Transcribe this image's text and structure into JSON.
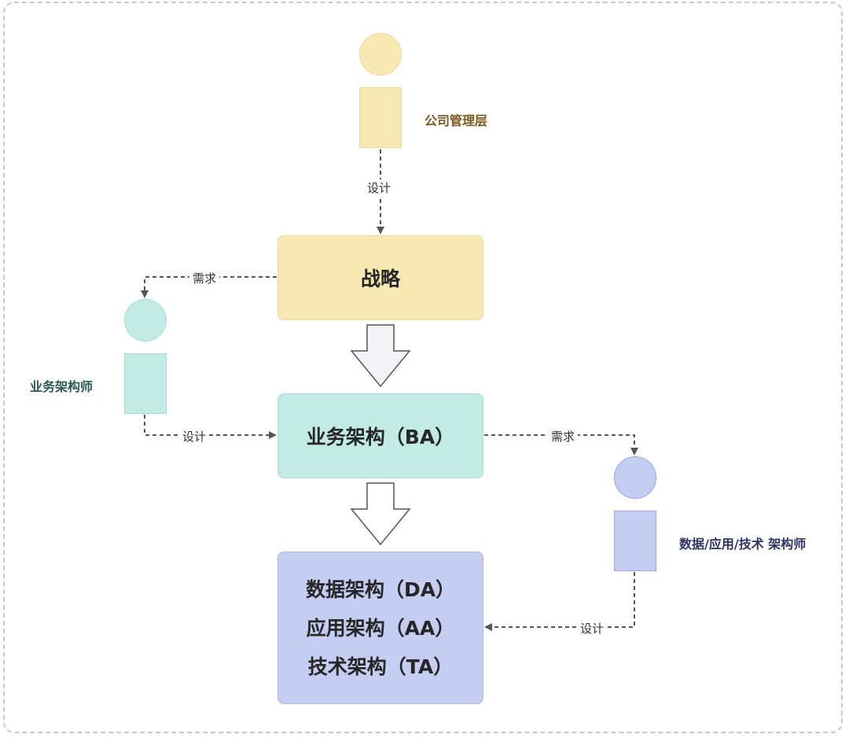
{
  "roles": {
    "management": "公司管理层",
    "business_architect": "业务架构师",
    "data_app_tech_architect": "数据/应用/技术 架构师"
  },
  "boxes": {
    "strategy": "战略",
    "business_architecture": "业务架构（BA）",
    "data_architecture": "数据架构（DA）",
    "application_architecture": "应用架构（AA）",
    "technology_architecture": "技术架构（TA）"
  },
  "edges": {
    "management_to_strategy": "设计",
    "strategy_to_business_architect": "需求",
    "business_architect_to_ba": "设计",
    "ba_to_data_architect": "需求",
    "data_architect_to_tech": "设计"
  },
  "colors": {
    "strategy": "#f7e8b4",
    "business": "#c1ebe3",
    "technical": "#c5cdf2",
    "connector": "#555555"
  }
}
